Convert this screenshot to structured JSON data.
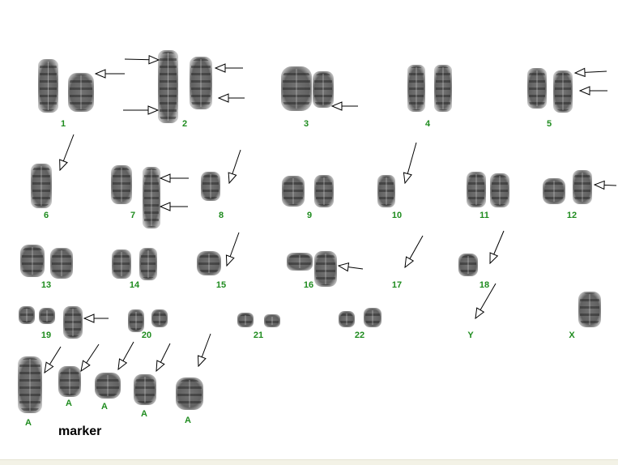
{
  "title": "karyotype",
  "labels": {
    "c1": "1",
    "c2": "2",
    "c3": "3",
    "c4": "4",
    "c5": "5",
    "c6": "6",
    "c7": "7",
    "c8": "8",
    "c9": "9",
    "c10": "10",
    "c11": "11",
    "c12": "12",
    "c13": "13",
    "c14": "14",
    "c15": "15",
    "c16": "16",
    "c17": "17",
    "c18": "18",
    "c19": "19",
    "c20": "20",
    "c21": "21",
    "c22": "22",
    "cY": "Y",
    "cX": "X"
  },
  "marker_labels": [
    "A",
    "A",
    "A",
    "A",
    "A"
  ],
  "marker_caption": "marker",
  "colors": {
    "label": "#1f8c1f",
    "chromosome": "#3a3a3a",
    "arrow": "#000000"
  }
}
